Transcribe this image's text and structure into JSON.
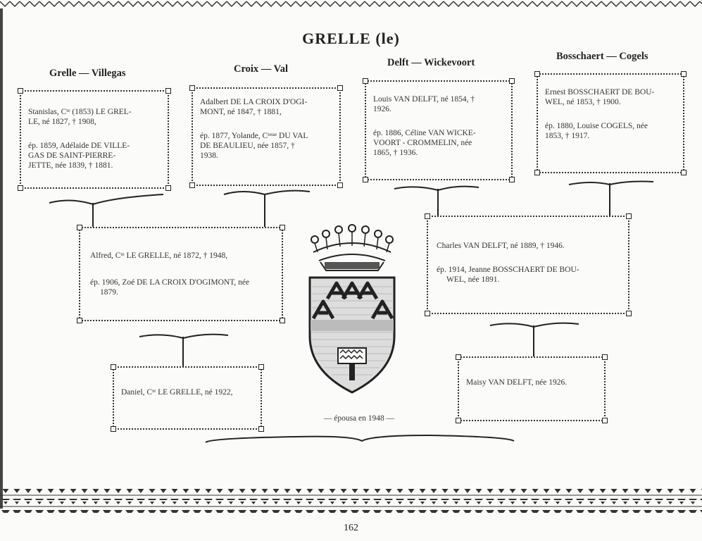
{
  "title": "GRELLE (le)",
  "columns": [
    {
      "header": "Grelle — Villegas",
      "line1": "Stanislas, Cᵗᵉ (1853) LE GREL-",
      "line2": "LE, né 1827, † 1908,",
      "line3": "ép. 1859, Adélaide DE VILLE-",
      "line4": "GAS DE SAINT-PIERRE-",
      "line5": "JETTE, née 1839, † 1881."
    },
    {
      "header": "Croix — Val",
      "line1": "Adalbert DE LA CROIX D'OGI-",
      "line2": "MONT, né 1847, † 1881,",
      "line3": "ép. 1877, Yolande, Cᵗᵉˢˢᵉ DU VAL",
      "line4": "DE BEAULIEU, née 1857, †",
      "line5": "1938."
    },
    {
      "header": "Delft — Wickevoort",
      "line1": "Louis VAN DELFT, né 1854, †",
      "line2": "1926.",
      "line3": "ép. 1886, Céline VAN WICKE-",
      "line4": "VOORT - CROMMELIN, née",
      "line5": "1865, † 1936."
    },
    {
      "header": "Bosschaert — Cogels",
      "line1": "Ernest BOSSCHAERT DE BOU-",
      "line2": "WEL, né 1853, † 1900.",
      "line3": "ép. 1880, Louise COGELS, née",
      "line4": "1853, † 1917."
    }
  ],
  "alfred": {
    "line1": "Alfred, Cᵗᵉ LE GRELLE, né 1872, † 1948,",
    "line2": "ép. 1906, Zoé DE LA CROIX D'OGIMONT, née",
    "line3": "1879."
  },
  "charles": {
    "line1": "Charles VAN DELFT, né 1889, † 1946.",
    "line2": "ép. 1914, Jeanne BOSSCHAERT DE BOU-",
    "line3": "WEL, née 1891."
  },
  "daniel": "Daniel, Cᵗᵉ LE GRELLE, né 1922,",
  "maisy": "Maisy VAN DELFT, née 1926.",
  "marriage_note": "— épousa en 1948 —",
  "page_number": "162",
  "colors": {
    "ink": "#222222",
    "paper": "#fbfbf9"
  }
}
